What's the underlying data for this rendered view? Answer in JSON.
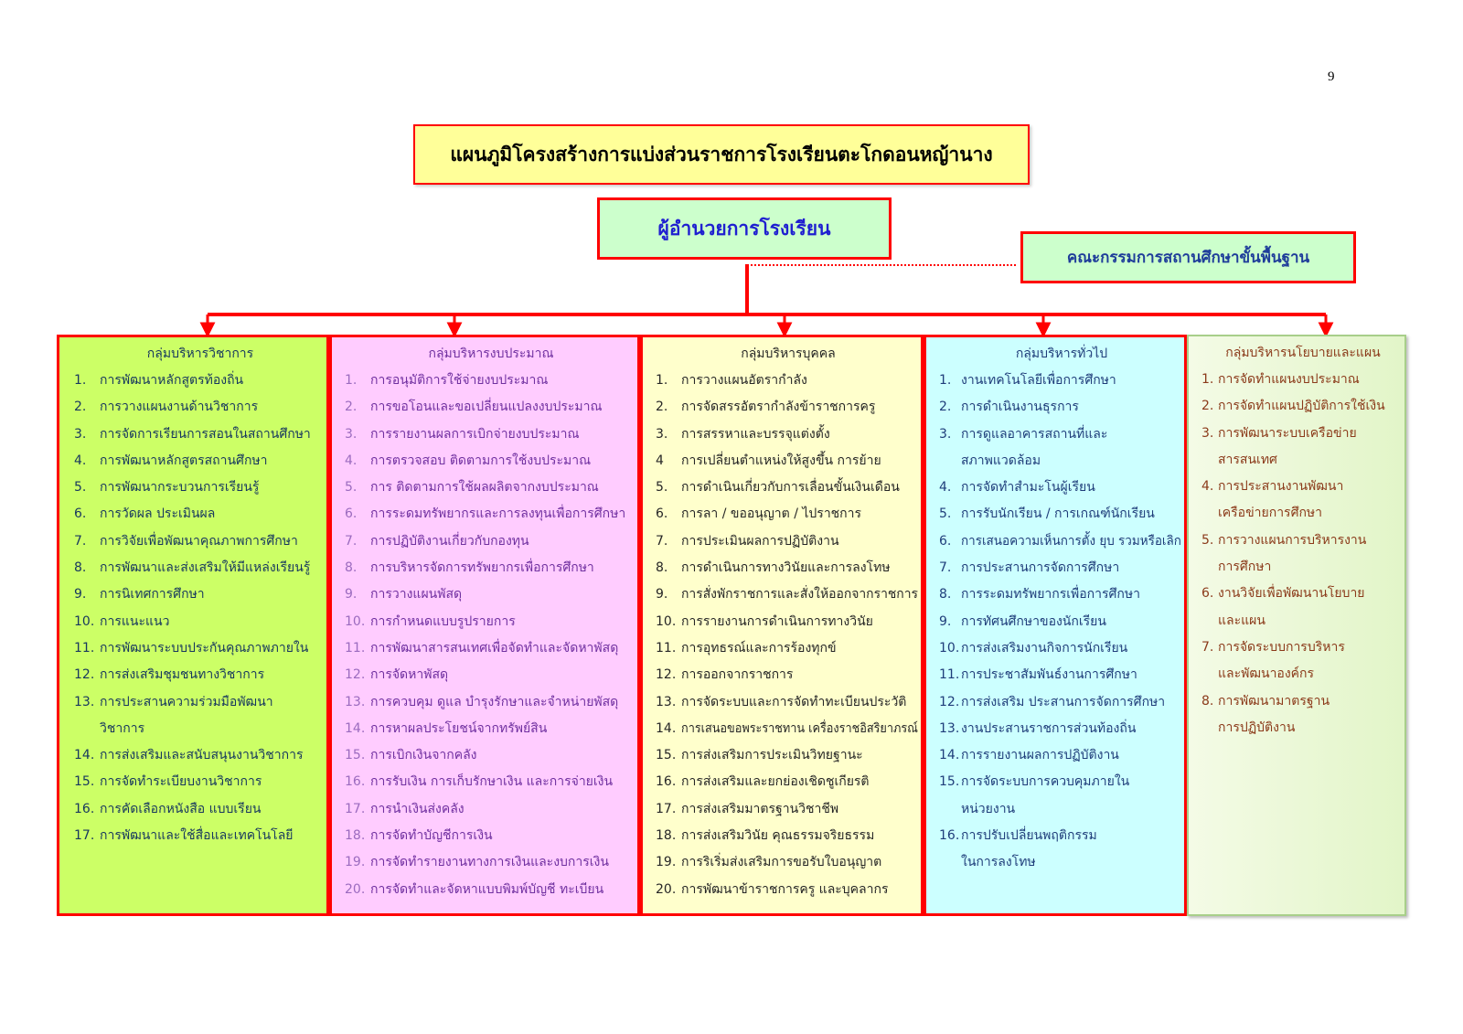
{
  "page_number": "9",
  "title": "แผนภูมิโครงสร้างการแบ่งส่วนราชการโรงเรียนตะโกดอนหญ้านาง",
  "director": "ผู้อำนวยการโรงเรียน",
  "committee": "คณะกรรมการสถานศึกษาขั้นพื้นฐาน",
  "groups": [
    {
      "title": "กลุ่มบริหารวิชาการ",
      "items": [
        {
          "n": "1.",
          "t": "การพัฒนาหลักสูตรท้องถิ่น"
        },
        {
          "n": "2.",
          "t": "การวางแผนงานด้านวิชาการ"
        },
        {
          "n": "3.",
          "t": "การจัดการเรียนการสอนในสถานศึกษา"
        },
        {
          "n": "4.",
          "t": "การพัฒนาหลักสูตรสถานศึกษา"
        },
        {
          "n": "5.",
          "t": "การพัฒนากระบวนการเรียนรู้"
        },
        {
          "n": "6.",
          "t": "การวัดผล ประเมินผล"
        },
        {
          "n": "7.",
          "t": "การวิจัยเพื่อพัฒนาคุณภาพการศึกษา"
        },
        {
          "n": "8.",
          "t": "การพัฒนาและส่งเสริมให้มีแหล่งเรียนรู้"
        },
        {
          "n": "9.",
          "t": "การนิเทศการศึกษา"
        },
        {
          "n": "10.",
          "t": "การแนะแนว"
        },
        {
          "n": "11.",
          "t": "การพัฒนาระบบประกันคุณภาพภายใน"
        },
        {
          "n": "12.",
          "t": "การส่งเสริมชุมชนทางวิชาการ"
        },
        {
          "n": "13.",
          "t": "การประสานความร่วมมือพัฒนา",
          "c": "วิชาการ"
        },
        {
          "n": "14.",
          "t": "การส่งเสริมและสนับสนุนงานวิชาการ"
        },
        {
          "n": "15.",
          "t": "การจัดทำระเบียบงานวิชาการ"
        },
        {
          "n": "16.",
          "t": "การคัดเลือกหนังสือ แบบเรียน"
        },
        {
          "n": "17.",
          "t": "การพัฒนาและใช้สื่อและเทคโนโลยี"
        }
      ]
    },
    {
      "title": "กลุ่มบริหารงบประมาณ",
      "items": [
        {
          "n": "1.",
          "t": "การอนุมัติการใช้จ่ายงบประมาณ"
        },
        {
          "n": "2.",
          "t": "การขอโอนและขอเปลี่ยนแปลงงบประมาณ"
        },
        {
          "n": "3.",
          "t": "การรายงานผลการเบิกจ่ายงบประมาณ"
        },
        {
          "n": "4.",
          "t": "การตรวจสอบ ติดตามการใช้งบประมาณ"
        },
        {
          "n": "5.",
          "t": "การ ติดตามการใช้ผลผลิตจากงบประมาณ"
        },
        {
          "n": "6.",
          "t": "การระดมทรัพยากรและการลงทุนเพื่อการศึกษา"
        },
        {
          "n": "7.",
          "t": "การปฏิบัติงานเกี่ยวกับกองทุน"
        },
        {
          "n": "8.",
          "t": "การบริหารจัดการทรัพยากรเพื่อการศึกษา"
        },
        {
          "n": "9.",
          "t": "การวางแผนพัสดุ"
        },
        {
          "n": "10.",
          "t": "การกำหนดแบบรูปรายการ"
        },
        {
          "n": "11.",
          "t": "การพัฒนาสารสนเทศเพื่อจัดทำและจัดหาพัสดุ"
        },
        {
          "n": "12.",
          "t": "การจัดหาพัสดุ"
        },
        {
          "n": "13.",
          "t": "การควบคุม ดูแล บำรุงรักษาและจำหน่ายพัสดุ"
        },
        {
          "n": "14.",
          "t": "การหาผลประโยชน์จากทรัพย์สิน"
        },
        {
          "n": "15.",
          "t": "การเบิกเงินจากคลัง"
        },
        {
          "n": "16.",
          "t": "การรับเงิน การเก็บรักษาเงิน และการจ่ายเงิน"
        },
        {
          "n": "17.",
          "t": "การนำเงินส่งคลัง"
        },
        {
          "n": "18.",
          "t": "การจัดทำบัญชีการเงิน"
        },
        {
          "n": "19.",
          "t": "การจัดทำรายงานทางการเงินและงบการเงิน"
        },
        {
          "n": "20.",
          "t": "การจัดทำและจัดหาแบบพิมพ์บัญชี ทะเบียน"
        }
      ]
    },
    {
      "title": "กลุ่มบริหารบุคคล",
      "items": [
        {
          "n": "1.",
          "t": "การวางแผนอัตรากำลัง"
        },
        {
          "n": "2.",
          "t": "การจัดสรรอัตรากำลังข้าราชการครู"
        },
        {
          "n": "3.",
          "t": "การสรรหาและบรรจุแต่งตั้ง"
        },
        {
          "n": "4",
          "t": "การเปลี่ยนตำแหน่งให้สูงขึ้น  การย้าย"
        },
        {
          "n": "5.",
          "t": "การดำเนินเกี่ยวกับการเลื่อนขั้นเงินเดือน"
        },
        {
          "n": "6.",
          "t": "การลา / ขออนุญาต / ไปราชการ"
        },
        {
          "n": "7.",
          "t": "การประเมินผลการปฏิบัติงาน"
        },
        {
          "n": "8.",
          "t": "การดำเนินการทางวินัยและการลงโทษ"
        },
        {
          "n": "9.",
          "t": "การสั่งพักราชการและสั่งให้ออกจากราชการ"
        },
        {
          "n": "10.",
          "t": "การรายงานการดำเนินการทางวินัย"
        },
        {
          "n": "11.",
          "t": "การอุทธรณ์และการร้องทุกข์"
        },
        {
          "n": "12.",
          "t": "การออกจากราชการ"
        },
        {
          "n": "13.",
          "t": "การจัดระบบและการจัดทำทะเบียนประวัติ"
        },
        {
          "n": "14.",
          "t": "การเสนอขอพระราชทาน เครื่องราชอิสริยาภรณ์"
        },
        {
          "n": "15.",
          "t": "การส่งเสริมการประเมินวิทยฐานะ"
        },
        {
          "n": "16.",
          "t": "การส่งเสริมและยกย่องเชิดชูเกียรติ"
        },
        {
          "n": "17.",
          "t": "การส่งเสริมมาตรฐานวิชาชีพ"
        },
        {
          "n": "18.",
          "t": "การส่งเสริมวินัย คุณธรรมจริยธรรม"
        },
        {
          "n": "19.",
          "t": "การริเริ่มส่งเสริมการขอรับใบอนุญาต"
        },
        {
          "n": "20.",
          "t": "การพัฒนาข้าราชการครู และบุคลากร"
        }
      ]
    },
    {
      "title": "กลุ่มบริหารทั่วไป",
      "items": [
        {
          "n": "1.",
          "t": "งานเทคโนโลยีเพื่อการศึกษา"
        },
        {
          "n": "2.",
          "t": "การดำเนินงานธุรการ"
        },
        {
          "n": "3.",
          "t": "การดูแลอาคารสถานที่และ",
          "c": "สภาพแวดล้อม"
        },
        {
          "n": "4.",
          "t": "การจัดทำสำมะโนผู้เรียน"
        },
        {
          "n": "5.",
          "t": "การรับนักเรียน  / การเกณฑ์นักเรียน"
        },
        {
          "n": "6.",
          "t": "การเสนอความเห็นการตั้ง ยุบ รวมหรือเลิก"
        },
        {
          "n": "7.",
          "t": "การประสานการจัดการศึกษา"
        },
        {
          "n": "8.",
          "t": "การระดมทรัพยากรเพื่อการศึกษา"
        },
        {
          "n": "9.",
          "t": "การทัศนศึกษาของนักเรียน"
        },
        {
          "n": "10.",
          "t": "การส่งเสริมงานกิจการนักเรียน"
        },
        {
          "n": "11.",
          "t": "การประชาสัมพันธ์งานการศึกษา"
        },
        {
          "n": "12.",
          "t": "การส่งเสริม  ประสานการจัดการศึกษา"
        },
        {
          "n": "13.",
          "t": "งานประสานราชการส่วนท้องถิ่น"
        },
        {
          "n": "14.",
          "t": "การรายงานผลการปฏิบัติงาน"
        },
        {
          "n": "15.",
          "t": "การจัดระบบการควบคุมภายใน",
          "c": "หน่วยงาน"
        },
        {
          "n": "16.",
          "t": "การปรับเปลี่ยนพฤติกรรม",
          "c": "ในการลงโทษ"
        }
      ]
    },
    {
      "title": "กลุ่มบริหารนโยบายและแผน",
      "items": [
        {
          "n": "1.",
          "t": "การจัดทำแผนงบประมาณ"
        },
        {
          "n": "2.",
          "t": "การจัดทำแผนปฏิบัติการใช้เงิน"
        },
        {
          "n": "3.",
          "t": "การพัฒนาระบบเครือข่าย",
          "c": "สารสนเทศ"
        },
        {
          "n": "4.",
          "t": "การประสานงานพัฒนา",
          "c": "เครือข่ายการศึกษา"
        },
        {
          "n": "5.",
          "t": "การวางแผนการบริหารงาน",
          "c": "การศึกษา"
        },
        {
          "n": "6.",
          "t": "งานวิจัยเพื่อพัฒนานโยบาย",
          "c": "และแผน"
        },
        {
          "n": "7.",
          "t": "การจัดระบบการบริหาร",
          "c": "และพัฒนาองค์กร"
        },
        {
          "n": "8.",
          "t": "การพัฒนามาตรฐาน",
          "c": "การปฏิบัติงาน"
        }
      ]
    }
  ]
}
